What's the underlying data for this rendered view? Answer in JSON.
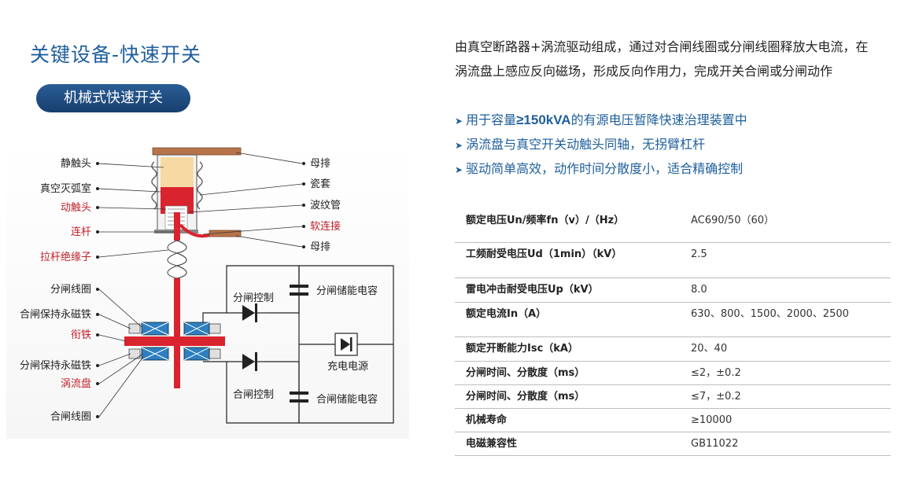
{
  "page": {
    "title": "关键设备-快速开关",
    "subtitle": "机械式快速开关"
  },
  "intro": "由真空断路器+涡流驱动组成，通过对合闸线圈或分闸线圈释放大电流，在涡流盘上感应反向磁场，形成反向作用力，完成开关合闸或分闸动作",
  "bullets": [
    {
      "pre": "用于容量",
      "strong": "≥150kVA",
      "post": "的有源电压暂降快速治理装置中"
    },
    {
      "pre": "涡流盘与真空开关动触头同轴，无拐臂杠杆",
      "strong": "",
      "post": ""
    },
    {
      "pre": "驱动简单高效，动作时间分散度小，适合精确控制",
      "strong": "",
      "post": ""
    }
  ],
  "diagram": {
    "left_labels": [
      {
        "text": "静触头",
        "color": "#222222"
      },
      {
        "text": "真空灭弧室",
        "color": "#222222"
      },
      {
        "text": "动触头",
        "color": "#c0202a"
      },
      {
        "text": "连杆",
        "color": "#c0202a"
      },
      {
        "text": "拉杆绝缘子",
        "color": "#c0202a"
      },
      {
        "text": "分闸线圈",
        "color": "#222222"
      },
      {
        "text": "合闸保持永磁铁",
        "color": "#222222"
      },
      {
        "text": "衔铁",
        "color": "#c0202a"
      },
      {
        "text": "分闸保持永磁铁",
        "color": "#222222"
      },
      {
        "text": "涡流盘",
        "color": "#c0202a"
      },
      {
        "text": "合闸线圈",
        "color": "#222222"
      }
    ],
    "right_labels": [
      {
        "text": "母排",
        "color": "#222222"
      },
      {
        "text": "瓷套",
        "color": "#222222"
      },
      {
        "text": "波纹管",
        "color": "#222222"
      },
      {
        "text": "软连接",
        "color": "#c0202a"
      },
      {
        "text": "母排",
        "color": "#222222"
      }
    ],
    "circuit_labels": {
      "open_control": "分闸控制",
      "open_capacitor": "分闸储能电容",
      "charging_source": "充电电源",
      "close_control": "合闸控制",
      "close_capacitor": "合闸储能电容"
    }
  },
  "spec_table": {
    "rows": [
      {
        "param": "额定电压Un/频率fn（v）/（Hz）",
        "value": "AC690/50（60）"
      },
      {
        "param": "工频耐受电压Ud（1min）（kV）",
        "value": "2.5"
      },
      {
        "param": "雷电冲击耐受电压Up（kV）",
        "value": "8.0"
      },
      {
        "param": "额定电流In（A）",
        "value": "630、800、1500、2000、2500"
      },
      {
        "param": "额定开断能力Isc（kA）",
        "value": "20、40"
      },
      {
        "param": "分闸时间、分散度（ms）",
        "value": "≤2，±0.2"
      },
      {
        "param": "分闸时间、分散度（ms）",
        "value": "≤7，±0.2"
      },
      {
        "param": "机械寿命",
        "value": "≥10000"
      },
      {
        "param": "电磁兼容性",
        "value": "GB11022"
      }
    ]
  },
  "colors": {
    "accent_blue": "#1f5f9c",
    "label_red": "#c0202a",
    "busbar_brown": "#b8734a",
    "rod_red": "#d9232e",
    "coil_blue": "#2d7fc1"
  }
}
